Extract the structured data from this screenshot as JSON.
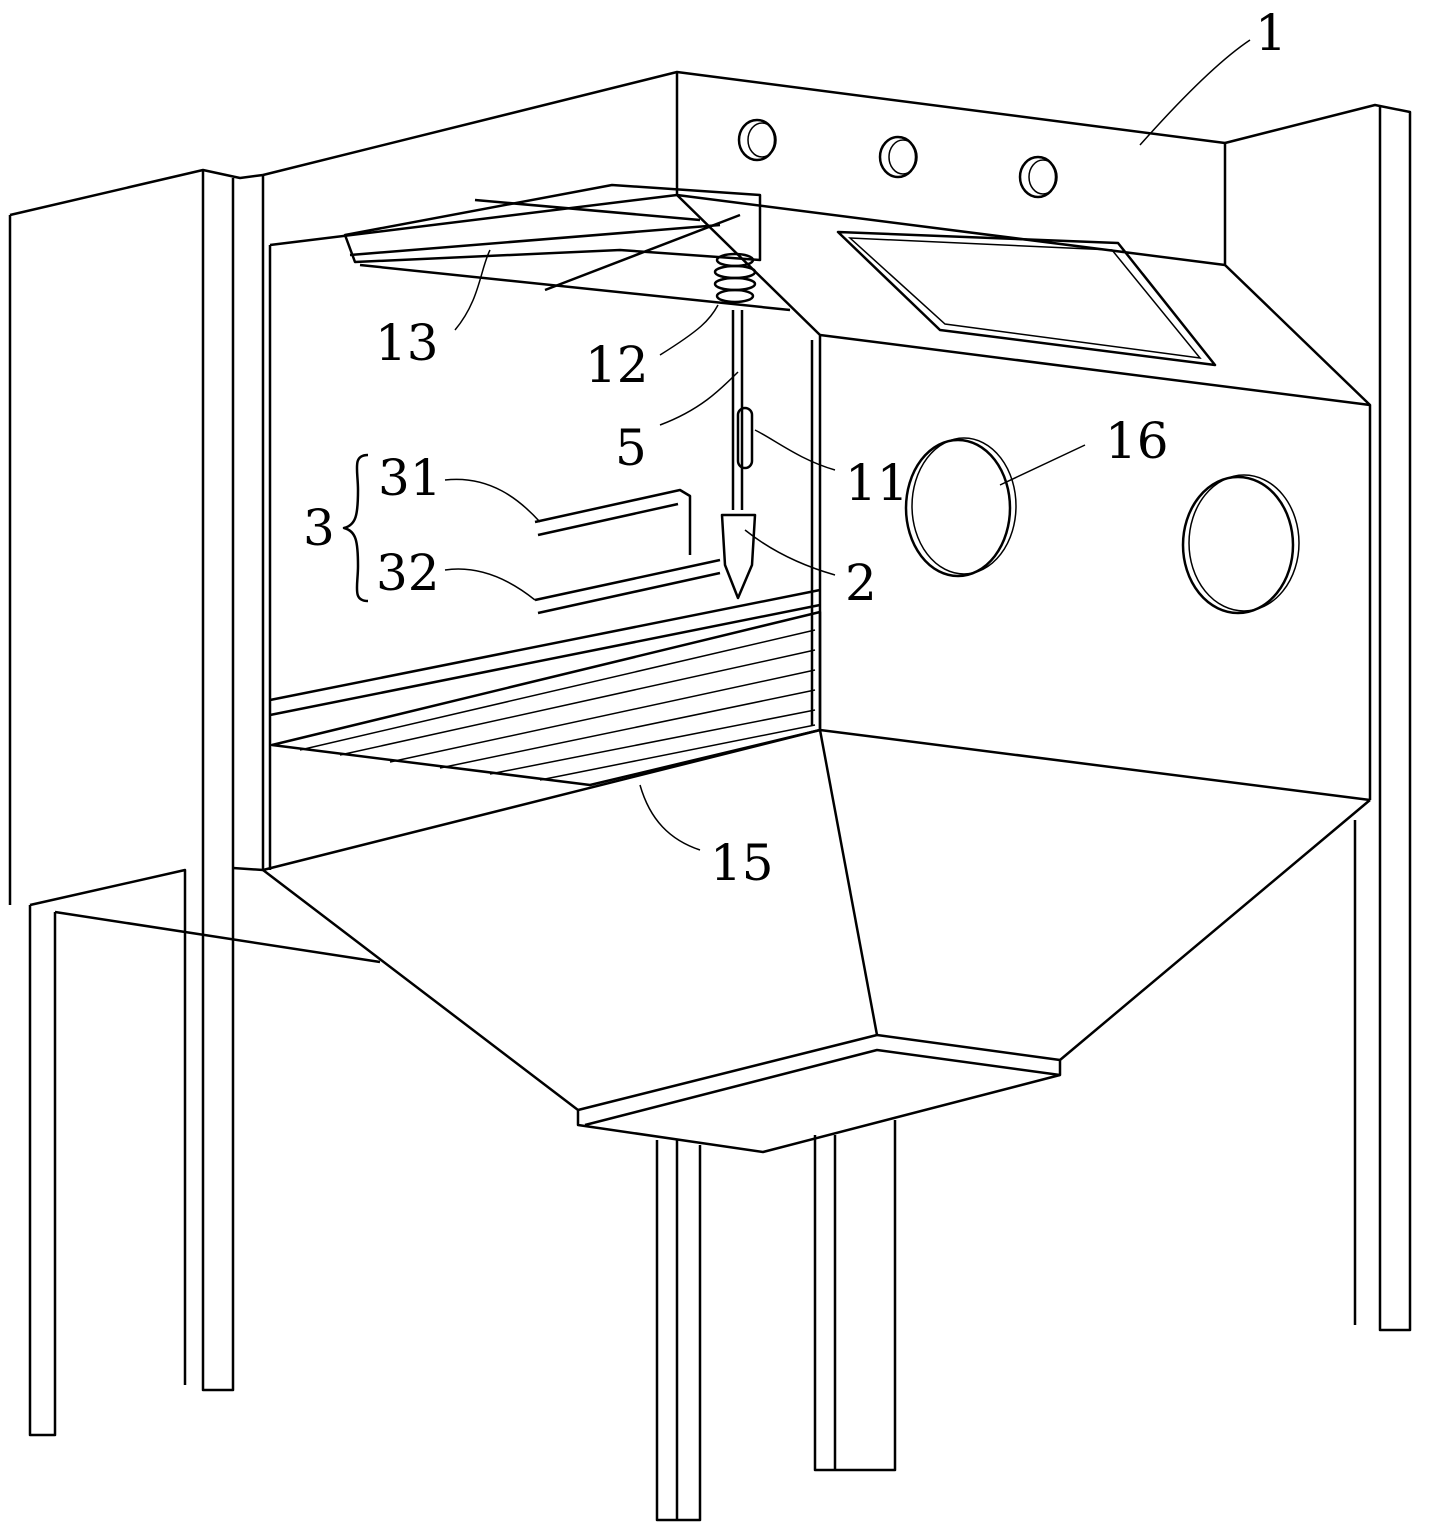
{
  "figure": {
    "labels": {
      "cabinet": "1",
      "nozzle": "2",
      "pipe_group": "3",
      "pipe_upper": "31",
      "pipe_lower": "32",
      "rod": "5",
      "handle": "11",
      "spring": "12",
      "rail_frame": "13",
      "grid": "15",
      "glove_port": "16"
    }
  }
}
